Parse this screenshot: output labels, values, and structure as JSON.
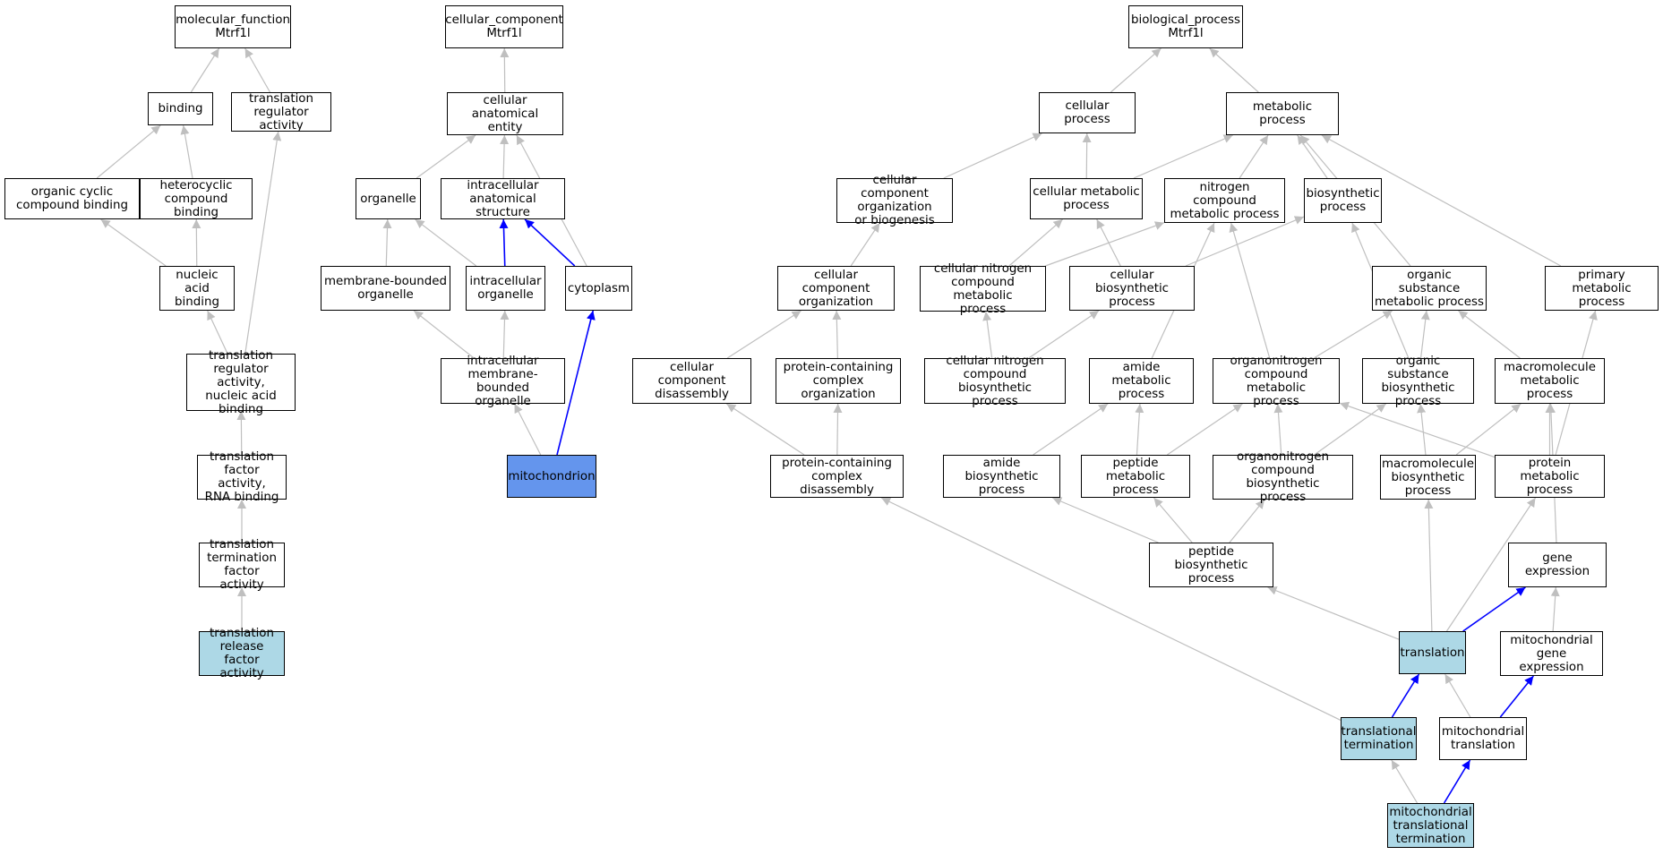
{
  "colors": {
    "edge": "#bfbfbf",
    "edge_highlight": "#0000ff",
    "annotated_fill": "#add8e6",
    "focus_fill": "#6495ed",
    "node_fill": "#ffffff"
  },
  "nodes": [
    {
      "id": "mf_root",
      "label": "molecular_function\nMtrf1l",
      "style": "normal"
    },
    {
      "id": "binding",
      "label": "binding",
      "style": "normal"
    },
    {
      "id": "trans_reg",
      "label": "translation\nregulator activity",
      "style": "normal"
    },
    {
      "id": "org_cyc",
      "label": "organic cyclic\ncompound binding",
      "style": "normal"
    },
    {
      "id": "het_cyc",
      "label": "heterocyclic\ncompound binding",
      "style": "normal"
    },
    {
      "id": "nuc_acid",
      "label": "nucleic acid\nbinding",
      "style": "normal"
    },
    {
      "id": "trans_reg_na",
      "label": "translation\nregulator activity,\nnucleic acid\nbinding",
      "style": "normal"
    },
    {
      "id": "trans_fact",
      "label": "translation\nfactor activity,\nRNA binding",
      "style": "normal"
    },
    {
      "id": "trans_term_fact",
      "label": "translation\ntermination\nfactor activity",
      "style": "normal"
    },
    {
      "id": "trans_rel",
      "label": "translation\nrelease factor\nactivity",
      "style": "annotated"
    },
    {
      "id": "cc_root",
      "label": "cellular_component\nMtrf1l",
      "style": "normal"
    },
    {
      "id": "cae",
      "label": "cellular anatomical\nentity",
      "style": "normal"
    },
    {
      "id": "organelle",
      "label": "organelle",
      "style": "normal"
    },
    {
      "id": "ias",
      "label": "intracellular\nanatomical structure",
      "style": "normal"
    },
    {
      "id": "mbo",
      "label": "membrane-bounded\norganelle",
      "style": "normal"
    },
    {
      "id": "io",
      "label": "intracellular\norganelle",
      "style": "normal"
    },
    {
      "id": "cytoplasm",
      "label": "cytoplasm",
      "style": "normal"
    },
    {
      "id": "imbo",
      "label": "intracellular\nmembrane-bounded\norganelle",
      "style": "normal"
    },
    {
      "id": "mito",
      "label": "mitochondrion",
      "style": "focus"
    },
    {
      "id": "bp_root",
      "label": "biological_process\nMtrf1l",
      "style": "normal"
    },
    {
      "id": "cell_proc",
      "label": "cellular process",
      "style": "normal"
    },
    {
      "id": "met_proc",
      "label": "metabolic process",
      "style": "normal"
    },
    {
      "id": "ccob",
      "label": "cellular component\norganization\nor biogenesis",
      "style": "normal"
    },
    {
      "id": "cmp",
      "label": "cellular metabolic\nprocess",
      "style": "normal"
    },
    {
      "id": "ncmp",
      "label": "nitrogen compound\nmetabolic process",
      "style": "normal"
    },
    {
      "id": "bios",
      "label": "biosynthetic\nprocess",
      "style": "normal"
    },
    {
      "id": "cco",
      "label": "cellular component\norganization",
      "style": "normal"
    },
    {
      "id": "cncmp",
      "label": "cellular nitrogen\ncompound metabolic\nprocess",
      "style": "normal"
    },
    {
      "id": "cbp",
      "label": "cellular biosynthetic\nprocess",
      "style": "normal"
    },
    {
      "id": "osmp",
      "label": "organic substance\nmetabolic process",
      "style": "normal"
    },
    {
      "id": "pmp",
      "label": "primary metabolic\nprocess",
      "style": "normal"
    },
    {
      "id": "ccd",
      "label": "cellular component\ndisassembly",
      "style": "normal"
    },
    {
      "id": "pco",
      "label": "protein-containing\ncomplex organization",
      "style": "normal"
    },
    {
      "id": "cncbp",
      "label": "cellular nitrogen\ncompound biosynthetic\nprocess",
      "style": "normal"
    },
    {
      "id": "amp",
      "label": "amide metabolic\nprocess",
      "style": "normal"
    },
    {
      "id": "oncmp",
      "label": "organonitrogen\ncompound metabolic\nprocess",
      "style": "normal"
    },
    {
      "id": "osbp",
      "label": "organic substance\nbiosynthetic\nprocess",
      "style": "normal"
    },
    {
      "id": "mmp",
      "label": "macromolecule\nmetabolic process",
      "style": "normal"
    },
    {
      "id": "pcd",
      "label": "protein-containing\ncomplex disassembly",
      "style": "normal"
    },
    {
      "id": "abp",
      "label": "amide biosynthetic\nprocess",
      "style": "normal"
    },
    {
      "id": "pepmp",
      "label": "peptide metabolic\nprocess",
      "style": "normal"
    },
    {
      "id": "oncbp",
      "label": "organonitrogen\ncompound biosynthetic\nprocess",
      "style": "normal"
    },
    {
      "id": "mbp",
      "label": "macromolecule\nbiosynthetic\nprocess",
      "style": "normal"
    },
    {
      "id": "protmp",
      "label": "protein metabolic\nprocess",
      "style": "normal"
    },
    {
      "id": "pepbp",
      "label": "peptide biosynthetic\nprocess",
      "style": "normal"
    },
    {
      "id": "gene_exp",
      "label": "gene expression",
      "style": "normal"
    },
    {
      "id": "translation",
      "label": "translation",
      "style": "annotated"
    },
    {
      "id": "mito_ge",
      "label": "mitochondrial\ngene expression",
      "style": "normal"
    },
    {
      "id": "trans_term",
      "label": "translational\ntermination",
      "style": "annotated"
    },
    {
      "id": "mito_trans",
      "label": "mitochondrial\ntranslation",
      "style": "normal"
    },
    {
      "id": "mito_tt",
      "label": "mitochondrial\ntranslational\ntermination",
      "style": "annotated"
    }
  ],
  "edges": [
    [
      "binding",
      "mf_root",
      0
    ],
    [
      "trans_reg",
      "mf_root",
      0
    ],
    [
      "org_cyc",
      "binding",
      0
    ],
    [
      "het_cyc",
      "binding",
      0
    ],
    [
      "nuc_acid",
      "org_cyc",
      0
    ],
    [
      "nuc_acid",
      "het_cyc",
      0
    ],
    [
      "trans_reg_na",
      "nuc_acid",
      0
    ],
    [
      "trans_reg_na",
      "trans_reg",
      0
    ],
    [
      "trans_fact",
      "trans_reg_na",
      0
    ],
    [
      "trans_term_fact",
      "trans_fact",
      0
    ],
    [
      "trans_rel",
      "trans_term_fact",
      0
    ],
    [
      "cae",
      "cc_root",
      0
    ],
    [
      "organelle",
      "cae",
      0
    ],
    [
      "ias",
      "cae",
      0
    ],
    [
      "cytoplasm",
      "cae",
      0
    ],
    [
      "mbo",
      "organelle",
      0
    ],
    [
      "io",
      "organelle",
      0
    ],
    [
      "io",
      "ias",
      1
    ],
    [
      "cytoplasm",
      "ias",
      1
    ],
    [
      "imbo",
      "mbo",
      0
    ],
    [
      "imbo",
      "io",
      0
    ],
    [
      "mito",
      "imbo",
      0
    ],
    [
      "mito",
      "cytoplasm",
      1
    ],
    [
      "cell_proc",
      "bp_root",
      0
    ],
    [
      "met_proc",
      "bp_root",
      0
    ],
    [
      "ccob",
      "cell_proc",
      0
    ],
    [
      "cmp",
      "cell_proc",
      0
    ],
    [
      "cmp",
      "met_proc",
      0
    ],
    [
      "ncmp",
      "met_proc",
      0
    ],
    [
      "bios",
      "met_proc",
      0
    ],
    [
      "osmp",
      "met_proc",
      0
    ],
    [
      "pmp",
      "met_proc",
      0
    ],
    [
      "cco",
      "ccob",
      0
    ],
    [
      "cncmp",
      "cmp",
      0
    ],
    [
      "cncmp",
      "ncmp",
      0
    ],
    [
      "cbp",
      "cmp",
      0
    ],
    [
      "cbp",
      "bios",
      0
    ],
    [
      "ccd",
      "cco",
      0
    ],
    [
      "pco",
      "cco",
      0
    ],
    [
      "cncbp",
      "cncmp",
      0
    ],
    [
      "cncbp",
      "cbp",
      0
    ],
    [
      "amp",
      "ncmp",
      0
    ],
    [
      "oncmp",
      "ncmp",
      0
    ],
    [
      "oncmp",
      "osmp",
      0
    ],
    [
      "osbp",
      "osmp",
      0
    ],
    [
      "osbp",
      "bios",
      0
    ],
    [
      "mmp",
      "osmp",
      0
    ],
    [
      "pcd",
      "ccd",
      0
    ],
    [
      "pcd",
      "pco",
      0
    ],
    [
      "abp",
      "amp",
      0
    ],
    [
      "pepmp",
      "amp",
      0
    ],
    [
      "pepmp",
      "oncmp",
      0
    ],
    [
      "oncbp",
      "oncmp",
      0
    ],
    [
      "oncbp",
      "osbp",
      0
    ],
    [
      "mbp",
      "mmp",
      0
    ],
    [
      "mbp",
      "osbp",
      0
    ],
    [
      "protmp",
      "mmp",
      0
    ],
    [
      "protmp",
      "oncmp",
      0
    ],
    [
      "protmp",
      "pmp",
      0
    ],
    [
      "pepbp",
      "abp",
      0
    ],
    [
      "pepbp",
      "pepmp",
      0
    ],
    [
      "pepbp",
      "oncbp",
      0
    ],
    [
      "gene_exp",
      "mmp",
      0
    ],
    [
      "translation",
      "pepbp",
      0
    ],
    [
      "translation",
      "mbp",
      0
    ],
    [
      "translation",
      "protmp",
      0
    ],
    [
      "translation",
      "gene_exp",
      1
    ],
    [
      "mito_ge",
      "gene_exp",
      0
    ],
    [
      "trans_term",
      "translation",
      1
    ],
    [
      "trans_term",
      "pcd",
      0
    ],
    [
      "mito_trans",
      "translation",
      0
    ],
    [
      "mito_trans",
      "mito_ge",
      1
    ],
    [
      "mito_tt",
      "trans_term",
      0
    ],
    [
      "mito_tt",
      "mito_trans",
      1
    ]
  ]
}
